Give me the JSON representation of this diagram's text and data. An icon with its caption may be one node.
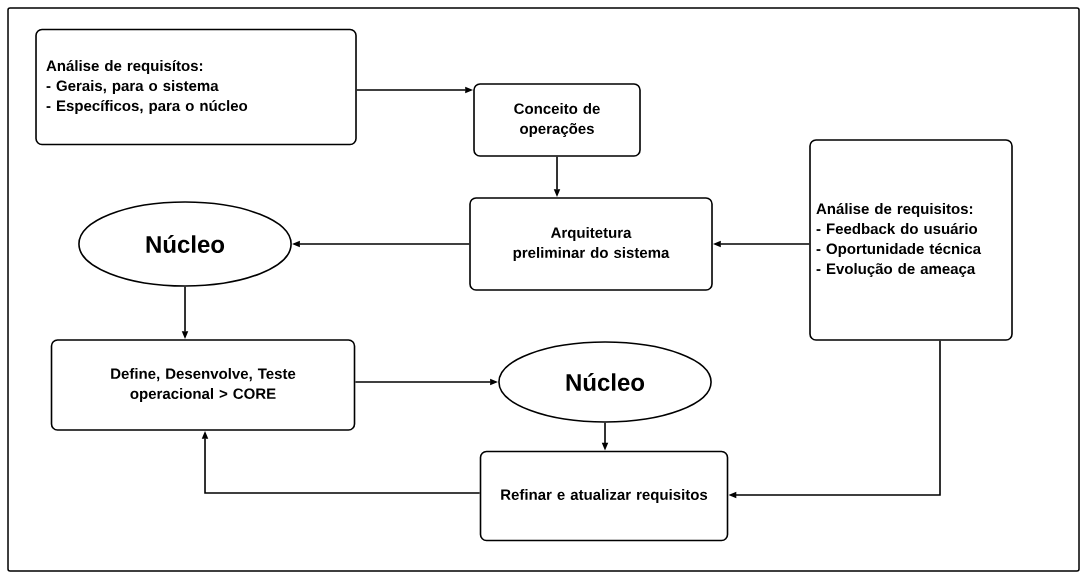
{
  "diagram": {
    "nodes": [
      {
        "text": [
          "Análise de requisítos:",
          "- Gerais, para o sistema",
          "- Específicos, para o núcleo"
        ]
      },
      {
        "text": [
          "Conceito de operações"
        ]
      },
      {
        "text": [
          "Arquitetura preliminar do sistema"
        ]
      },
      {
        "text": [
          "Análise de requisitos:",
          "- Feedback do usuário",
          "- Oportunidade técnica",
          "- Evolução de ameaça"
        ]
      },
      {
        "text": [
          "Núcleo"
        ]
      },
      {
        "text": [
          "Define, Desenvolve, Teste operacional > CORE"
        ]
      },
      {
        "text": [
          "Núcleo"
        ]
      },
      {
        "text": [
          "Refinar e atualizar requisitos"
        ]
      }
    ],
    "edges": [
      {
        "from": 0,
        "to": 1,
        "arrow": "to"
      },
      {
        "from": 1,
        "to": 2,
        "arrow": "to"
      },
      {
        "from": 3,
        "to": 2,
        "arrow": "to"
      },
      {
        "from": 2,
        "to": 4,
        "arrow": "to"
      },
      {
        "from": 4,
        "to": 5,
        "arrow": "to"
      },
      {
        "from": 5,
        "to": 6,
        "arrow": "to"
      },
      {
        "from": 6,
        "to": 7,
        "arrow": "to"
      },
      {
        "from": 3,
        "to": 7,
        "arrow": "to"
      },
      {
        "from": 7,
        "to": 5,
        "arrow": "to"
      }
    ]
  }
}
